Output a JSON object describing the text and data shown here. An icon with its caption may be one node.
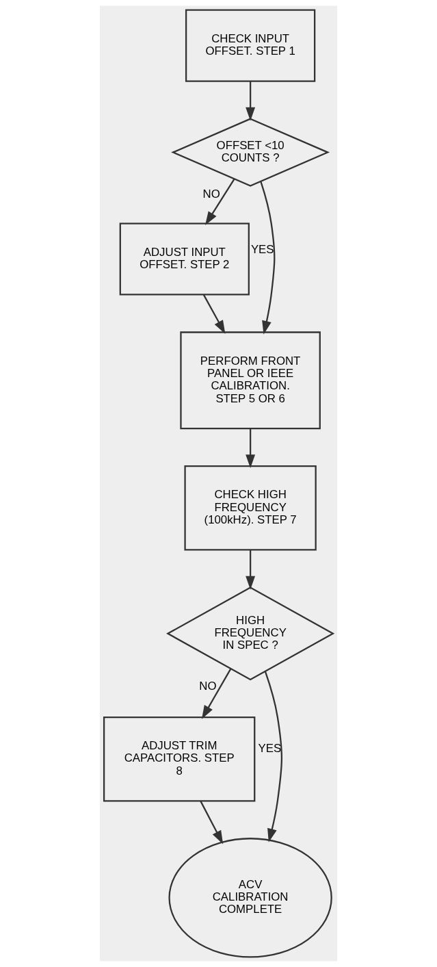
{
  "diagram": {
    "nodes": [
      {
        "text": [
          "CHECK INPUT OFFSET. STEP 1"
        ]
      },
      {
        "text": [
          "OFFSET <10 COUNTS ?"
        ]
      },
      {
        "text": [
          "ADJUST INPUT OFFSET. STEP 2"
        ]
      },
      {
        "text": [
          "PERFORM FRONT PANEL OR IEEE CALIBRATION. STEP 5 OR 6"
        ]
      },
      {
        "text": [
          "CHECK HIGH FREQUENCY (100kHz). STEP 7"
        ]
      },
      {
        "text": [
          "HIGH FREQUENCY IN SPEC ?"
        ]
      },
      {
        "text": [
          "ADJUST TRIM CAPACITORS. STEP 8"
        ]
      },
      {
        "text": [
          "ACV CALIBRATION COMPLETE"
        ]
      }
    ],
    "edges": [
      {
        "from": 0,
        "to": 1,
        "arrow": "to"
      },
      {
        "from": 1,
        "to": 2,
        "arrow": "to",
        "label": "NO"
      },
      {
        "from": 1,
        "to": 3,
        "arrow": "to",
        "label": "YES"
      },
      {
        "from": 2,
        "to": 3,
        "arrow": "to"
      },
      {
        "from": 3,
        "to": 4,
        "arrow": "to"
      },
      {
        "from": 4,
        "to": 5,
        "arrow": "to"
      },
      {
        "from": 5,
        "to": 6,
        "arrow": "to",
        "label": "NO"
      },
      {
        "from": 5,
        "to": 7,
        "arrow": "to",
        "label": "YES"
      },
      {
        "from": 6,
        "to": 7,
        "arrow": "to"
      }
    ]
  }
}
